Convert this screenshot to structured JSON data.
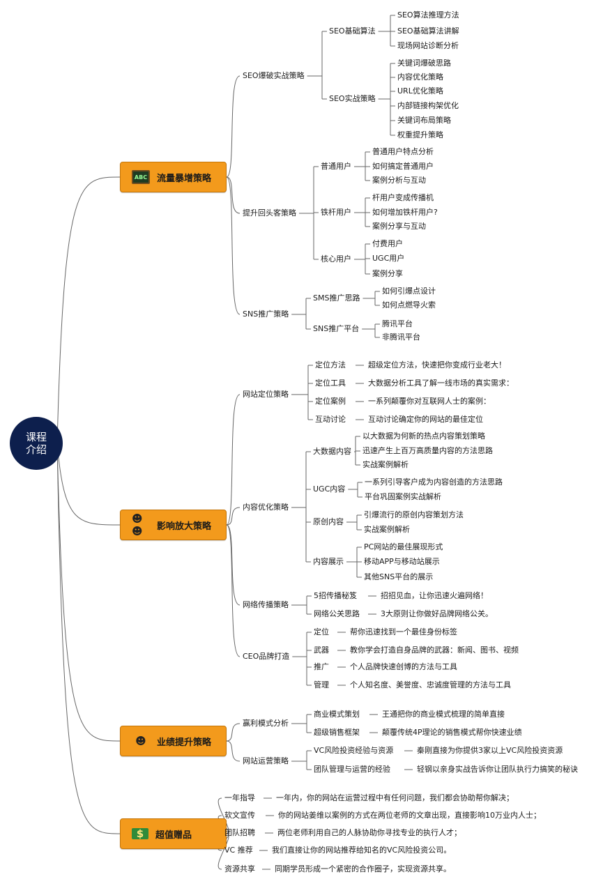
{
  "root": {
    "label": "课程\n介绍"
  },
  "categories": [
    {
      "label": "流量暴增策略",
      "icon": "abc-board-icon",
      "children": [
        {
          "label": "SEO爆破实战策略",
          "children": [
            {
              "label": "SEO基础算法",
              "children": [
                {
                  "label": "SEO算法推理方法"
                },
                {
                  "label": "SEO基础算法讲解"
                },
                {
                  "label": "现场网站诊断分析"
                }
              ]
            },
            {
              "label": "SEO实战策略",
              "children": [
                {
                  "label": "关键词爆破思路"
                },
                {
                  "label": "内容优化策略"
                },
                {
                  "label": "URL优化策略"
                },
                {
                  "label": "内部链接构架优化"
                },
                {
                  "label": "关键词布局策略"
                },
                {
                  "label": "权重提升策略"
                }
              ]
            }
          ]
        },
        {
          "label": "提升回头客策略",
          "children": [
            {
              "label": "普通用户",
              "children": [
                {
                  "label": "普通用户特点分析"
                },
                {
                  "label": "如何搞定普通用户"
                },
                {
                  "label": "案例分析与互动"
                }
              ]
            },
            {
              "label": "铁杆用户",
              "children": [
                {
                  "label": "杆用户变成传播机"
                },
                {
                  "label": "如何增加铁杆用户?"
                },
                {
                  "label": "案例分享与互动"
                }
              ]
            },
            {
              "label": "核心用户",
              "children": [
                {
                  "label": "付费用户"
                },
                {
                  "label": "UGC用户"
                },
                {
                  "label": "案例分享"
                }
              ]
            }
          ]
        },
        {
          "label": "SNS推广策略",
          "children": [
            {
              "label": "SMS推广思路",
              "children": [
                {
                  "label": "如何引爆点设计"
                },
                {
                  "label": "如何点燃导火索"
                }
              ]
            },
            {
              "label": "SNS推广平台",
              "children": [
                {
                  "label": "腾讯平台"
                },
                {
                  "label": "非腾讯平台"
                }
              ]
            }
          ]
        }
      ]
    },
    {
      "label": "影响放大策略",
      "icon": "team-people-icon",
      "children": [
        {
          "label": "网站定位策略",
          "children": [
            {
              "label": "定位方法",
              "note": "超级定位方法，快速把你变成行业老大！"
            },
            {
              "label": "定位工具",
              "note": "大数据分析工具了解一线市场的真实需求："
            },
            {
              "label": "定位案例",
              "note": "一系列颠覆你对互联网人士的案例："
            },
            {
              "label": "互动讨论",
              "note": "互动讨论确定你的网站的最佳定位"
            }
          ]
        },
        {
          "label": "内容优化策略",
          "children": [
            {
              "label": "大数据内容",
              "children": [
                {
                  "label": "以大数据为何新的热点内容策划策略"
                },
                {
                  "label": "迅速产生上百万高质量内容的方法思路"
                },
                {
                  "label": "实战案例解析"
                }
              ]
            },
            {
              "label": "UGC内容",
              "children": [
                {
                  "label": "一系列引导客户成为内容创造的方法思路"
                },
                {
                  "label": "平台巩固案例实战解析"
                }
              ]
            },
            {
              "label": "原创内容",
              "children": [
                {
                  "label": "引爆流行的原创内容策划方法"
                },
                {
                  "label": "实战案例解析"
                }
              ]
            },
            {
              "label": "内容展示",
              "children": [
                {
                  "label": "PC网站的最佳展现形式"
                },
                {
                  "label": "移动APP与移动站展示"
                },
                {
                  "label": "其他SNS平台的展示"
                }
              ]
            }
          ]
        },
        {
          "label": "网络传播策略",
          "children": [
            {
              "label": "5招传播秘笈",
              "note": "招招见血，让你迅速火遍网络！"
            },
            {
              "label": "网络公关思路",
              "note": "3大原则让你做好品牌网络公关。"
            }
          ]
        },
        {
          "label": "CEO品牌打造",
          "children": [
            {
              "label": "定位",
              "note": "帮你迅速找到一个最佳身份标签"
            },
            {
              "label": "武器",
              "note": "教你学会打造自身品牌的武器：新闻、图书、视频"
            },
            {
              "label": "推广",
              "note": "个人品牌快速创博的方法与工具"
            },
            {
              "label": "管理",
              "note": "个人知名度、美誉度、忠诚度管理的方法与工具"
            }
          ]
        }
      ]
    },
    {
      "label": "业绩提升策略",
      "icon": "businessman-icon",
      "children": [
        {
          "label": "赢利模式分析",
          "children": [
            {
              "label": "商业模式策划",
              "note": "王通把你的商业模式梳理的简单直接"
            },
            {
              "label": "超级销售框架",
              "note": "颠覆传统4P理论的销售模式帮你快速业绩"
            }
          ]
        },
        {
          "label": "网站运营策略",
          "children": [
            {
              "label": "VC风险投资经验与资源",
              "note": "秦刚直接为你提供3家以上VC风险投资资源"
            },
            {
              "label": "团队管理与运营的经验",
              "note": "轻钢以亲身实战告诉你让团队执行力搞笑的秘诀"
            }
          ]
        }
      ]
    },
    {
      "label": "超值赠品",
      "icon": "money-icon",
      "children": [
        {
          "label": "一年指导",
          "note": "一年内，你的网站在运营过程中有任何问题，我们都会协助帮你解决；"
        },
        {
          "label": "软文宣传",
          "note": "你的网站姜维以案例的方式在两位老师的文章出现，直接影响10万业内人士；"
        },
        {
          "label": "团队招聘",
          "note": "两位老师利用自己的人脉协助你寻找专业的执行人才；"
        },
        {
          "label": "VC 推荐",
          "note": "我们直接让你的网站推荐给知名的VC风险投资公司。"
        },
        {
          "label": "资源共享",
          "note": "同期学员形成一个紧密的合作圈子，实现资源共享。"
        }
      ]
    }
  ]
}
